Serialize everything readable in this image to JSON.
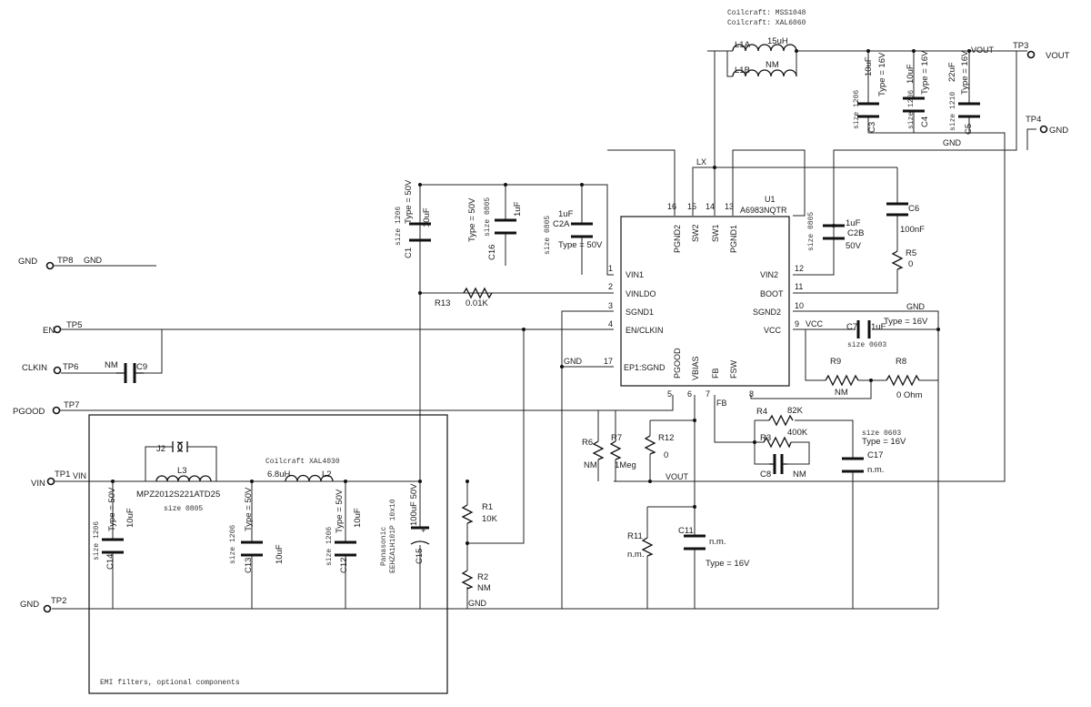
{
  "notes": {
    "coilcraft_mss": "Coilcraft: MSS1048",
    "coilcraft_xal6060": "Coilcraft: XAL6060",
    "coilcraft_xal4030": "Coilcraft XAL4030",
    "emi_box": "EMI filters, optional components"
  },
  "test_points": {
    "tp1": "TP1",
    "tp1_label": "VIN",
    "tp2": "TP2",
    "tp2_label": "GND",
    "tp3": "TP3",
    "tp3_label": "VOUT",
    "tp4": "TP4",
    "tp4_label": "GND",
    "tp5": "TP5",
    "tp5_label": "EN",
    "tp6": "TP6",
    "tp6_label": "CLKIN",
    "tp7": "TP7",
    "tp7_label": "PGOOD",
    "tp8": "TP8",
    "tp8_label": "GND"
  },
  "nets": {
    "vin": "VIN",
    "gnd": "GND",
    "vout": "VOUT",
    "lx": "LX",
    "vcc": "VCC",
    "fb": "FB"
  },
  "ic": {
    "ref": "U1",
    "part": "A6983NQTR",
    "left_pins": [
      {
        "num": "1",
        "name": "VIN1"
      },
      {
        "num": "2",
        "name": "VINLDO"
      },
      {
        "num": "3",
        "name": "SGND1"
      },
      {
        "num": "4",
        "name": "EN/CLKIN"
      },
      {
        "num": "17",
        "name": "EP1:SGND"
      }
    ],
    "right_pins": [
      {
        "num": "12",
        "name": "VIN2"
      },
      {
        "num": "11",
        "name": "BOOT"
      },
      {
        "num": "10",
        "name": "SGND2"
      },
      {
        "num": "9",
        "name": "VCC"
      }
    ],
    "top_pins": [
      {
        "num": "16",
        "name": "PGND2"
      },
      {
        "num": "15",
        "name": "SW2"
      },
      {
        "num": "14",
        "name": "SW1"
      },
      {
        "num": "13",
        "name": "PGND1"
      }
    ],
    "bottom_pins": [
      {
        "num": "5",
        "name": "PGOOD"
      },
      {
        "num": "6",
        "name": "VBIAS"
      },
      {
        "num": "7",
        "name": "FB"
      },
      {
        "num": "8",
        "name": "FSW"
      }
    ]
  },
  "parts": {
    "l1a": "L1A",
    "l1a_val": "15uH",
    "l1b": "L1B",
    "l1b_val": "NM",
    "c3": "C3",
    "c3_size": "size 1206",
    "c3_val": "10uF",
    "c3_type": "Type = 16V",
    "c4": "C4",
    "c4_size": "size 1206",
    "c4_val": "10uF",
    "c4_type": "Type = 16V",
    "c5": "C5",
    "c5_size": "size 1210",
    "c5_val": "22uF",
    "c5_type": "Type = 16V",
    "c1": "C1",
    "c1_size": "size 1206",
    "c1_type": "Type = 50V",
    "c1_val": "10uF",
    "c16": "C16",
    "c16_size": "size 0805",
    "c16_type": "Type = 50V",
    "c16_val": "1uF",
    "c2a": "C2A",
    "c2a_size": "size 0805",
    "c2a_val": "1uF",
    "c2a_type": "Type = 50V",
    "c2b": "C2B",
    "c2b_size": "size 0805",
    "c2b_val": "1uF",
    "c2b_type": "50V",
    "c6": "C6",
    "c6_val": "100nF",
    "r5": "R5",
    "r5_val": "0",
    "r13": "R13",
    "r13_val": "0.01K",
    "c7": "C7",
    "c7_val": "1uF",
    "c7_type": "Type = 16V",
    "c7_size": "size 0603",
    "r9": "R9",
    "r9_val": "NM",
    "r8": "R8",
    "r8_val": "0 Ohm",
    "r4": "R4",
    "r4_val": "82K",
    "r3": "R3",
    "r3_val": "400K",
    "c8": "C8",
    "c8_val": "NM",
    "c17": "C17",
    "c17_size": "size 0603",
    "c17_type": "Type = 16V",
    "c17_val": "n.m.",
    "r6": "R6",
    "r6_val": "NM",
    "r7": "R7",
    "r7_val": "1Meg",
    "r12": "R12",
    "r12_val": "0",
    "r11": "R11",
    "r11_val": "n.m.",
    "c11": "C11",
    "c11_val": "n.m.",
    "c11_type": "Type = 16V",
    "c9": "C9",
    "c9_val": "NM",
    "j2": "J2",
    "l3": "L3",
    "l3_part": "MPZ2012S221ATD25",
    "l3_size": "size 0805",
    "l2": "L2",
    "l2_val": "6.8uH",
    "c14": "C14",
    "c14_size": "size 1206",
    "c14_type": "Type = 50V",
    "c14_val": "10uF",
    "c13": "C13",
    "c13_size": "size 1206",
    "c13_type": "Type = 50V",
    "c13_val": "10uF",
    "c12": "C12",
    "c12_size": "size 1206",
    "c12_type": "Type = 50V",
    "c12_val": "10uF",
    "c15": "C15",
    "c15_brand": "Panasonic",
    "c15_part": "EEHZA1H101P 10x10",
    "c15_val": "100uF 50V",
    "r1": "R1",
    "r1_val": "10K",
    "r2": "R2",
    "r2_val": "NM"
  }
}
